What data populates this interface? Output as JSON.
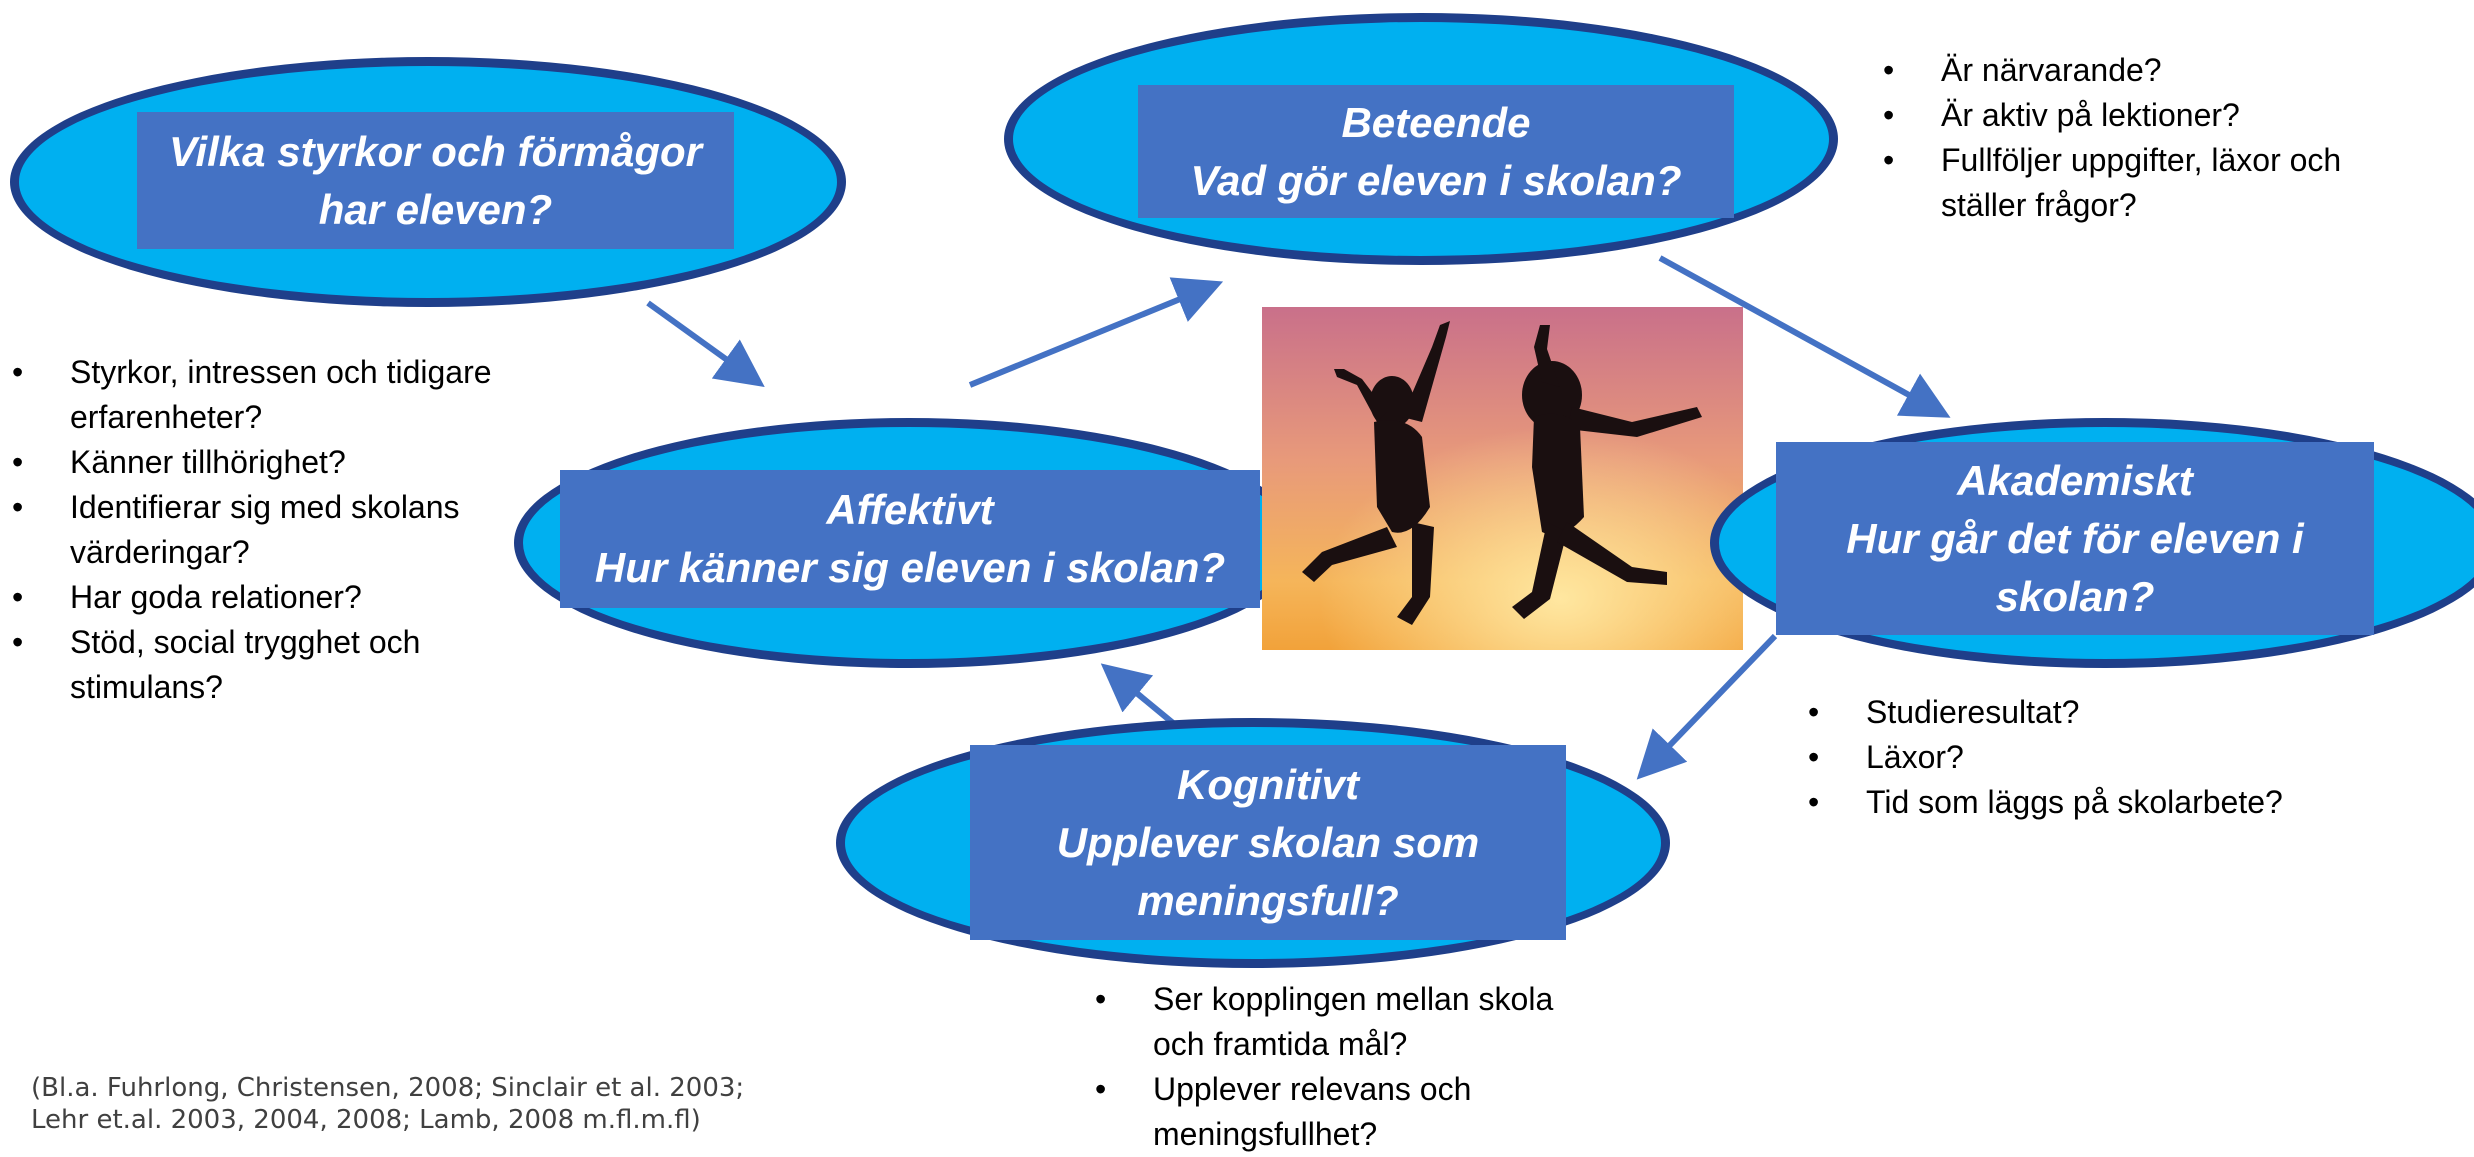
{
  "nodes": {
    "strengths": {
      "lines": [
        "Vilka styrkor och förmågor",
        "har eleven?"
      ]
    },
    "behavior": {
      "lines": [
        "Beteende",
        "Vad gör eleven i skolan?"
      ]
    },
    "affective": {
      "lines": [
        "Affektivt",
        "Hur känner sig eleven i skolan?"
      ]
    },
    "academic": {
      "lines": [
        "Akademiskt",
        "Hur går det för eleven i",
        "skolan?"
      ]
    },
    "cognitive": {
      "lines": [
        "Kognitivt",
        "Upplever skolan som",
        "meningsfull?"
      ]
    }
  },
  "bullets": {
    "behavior": [
      "Är närvarande?",
      "Är aktiv på lektioner?",
      "Fullföljer uppgifter, läxor och ställer frågor?"
    ],
    "affective": [
      "Styrkor, intressen och tidigare erfarenheter?",
      "Känner tillhörighet?",
      "Identifierar sig med skolans värderingar?",
      "Har goda relationer?",
      "Stöd, social trygghet och stimulans?"
    ],
    "academic": [
      "Studieresultat?",
      "Läxor?",
      "Tid som läggs på skolarbete?"
    ],
    "cognitive": [
      "Ser kopplingen mellan skola och framtida mål?",
      "Upplever relevans och meningsfullhet?"
    ]
  },
  "citation": {
    "lines": [
      "(Bl.a. Fuhrlong, Christensen, 2008; Sinclair et al. 2003;",
      "Lehr et.al. 2003, 2004, 2008; Lamb, 2008 m.fl.m.fl)"
    ]
  },
  "colors": {
    "ellipse_fill": "#00b0f0",
    "ellipse_border": "#1f3f8a",
    "box_fill": "#4472c4",
    "arrow": "#4472c4"
  },
  "image": {
    "description_icon": "jumping-silhouettes-photo"
  }
}
